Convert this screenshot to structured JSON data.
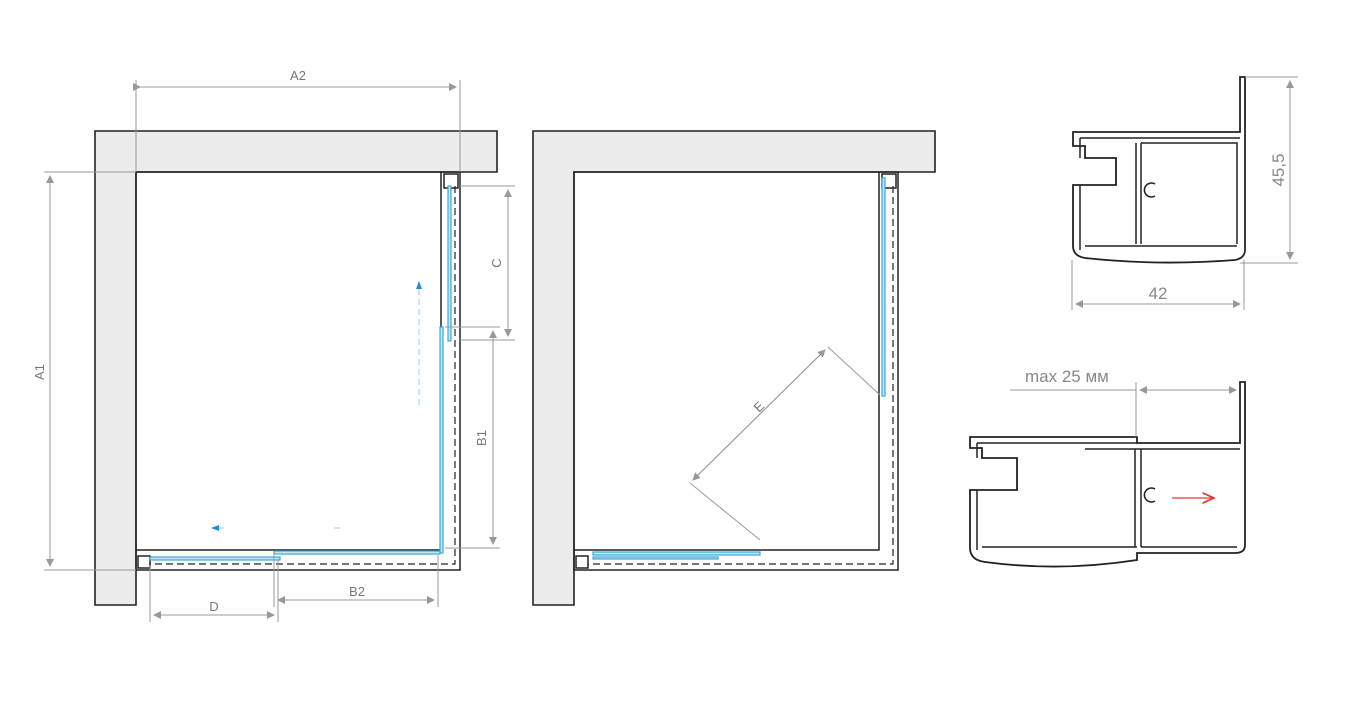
{
  "labels": {
    "a1": "A1",
    "a2": "A2",
    "b1": "B1",
    "b2": "B2",
    "c": "C",
    "d": "D",
    "e": "E",
    "width": "42",
    "height": "45,5",
    "max_offset": "max 25 мм"
  },
  "colors": {
    "glass": "#3aa8d8",
    "arrow_blue": "#1c8fd6",
    "arrow_red": "#e53935"
  }
}
